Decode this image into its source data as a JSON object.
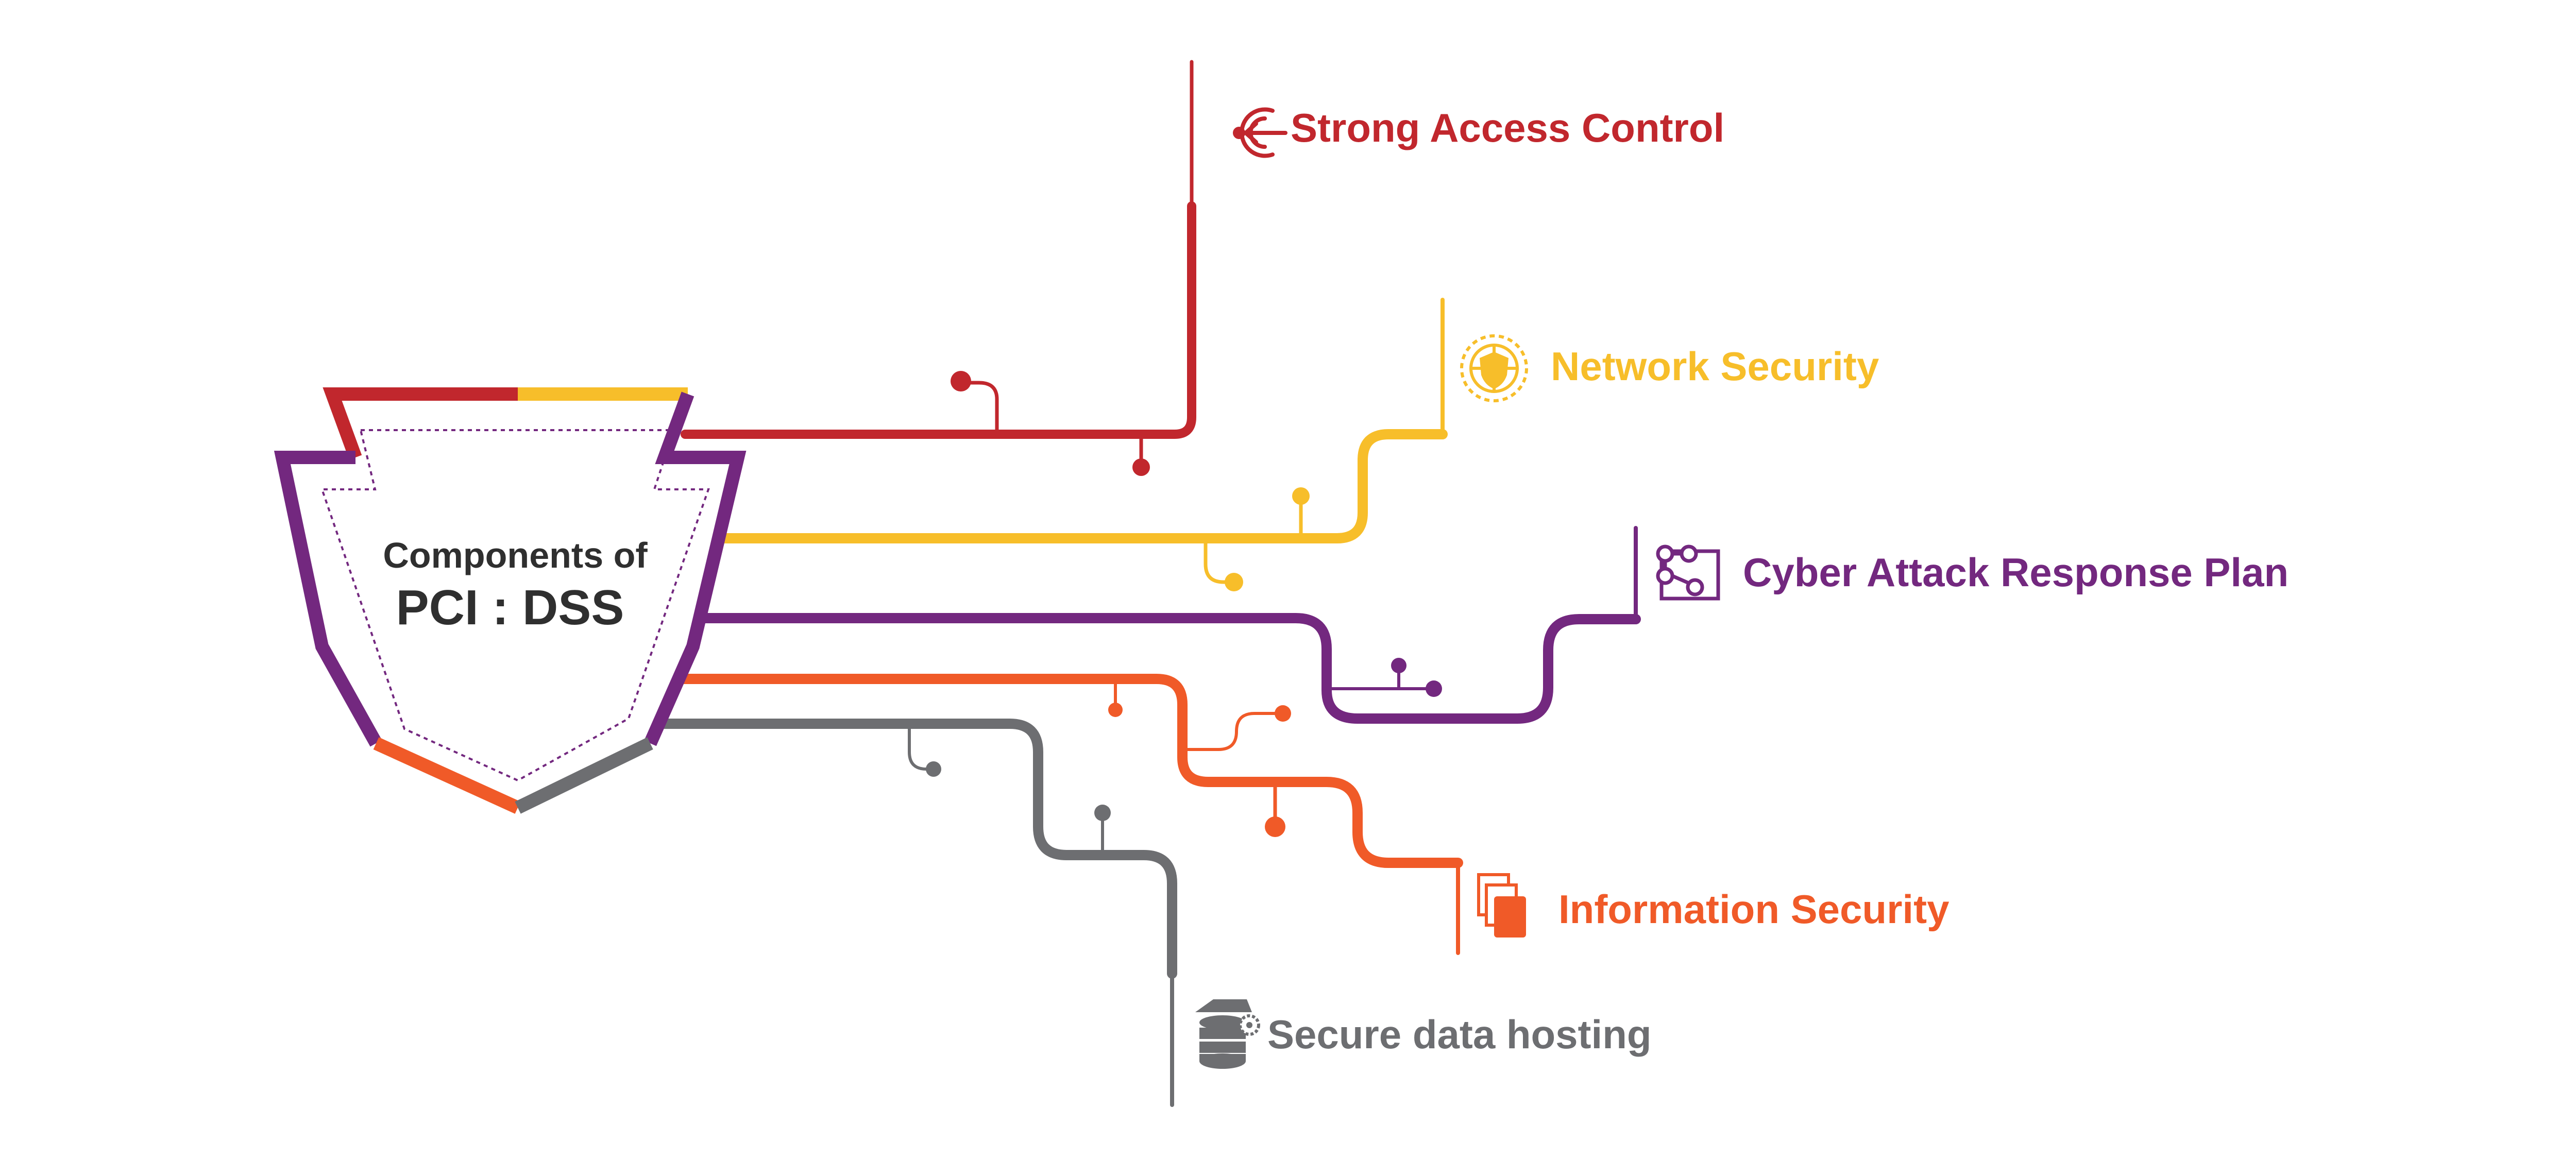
{
  "center": {
    "line1": "Components of",
    "line2": "PCI : DSS"
  },
  "components": [
    {
      "id": "strong-access-control",
      "label": "Strong Access Control",
      "icon": "access-control-icon",
      "color": "#C1272D"
    },
    {
      "id": "network-security",
      "label": "Network Security",
      "icon": "globe-shield-icon",
      "color": "#F7BE2A"
    },
    {
      "id": "cyber-attack-response-plan",
      "label": "Cyber Attack Response Plan",
      "icon": "network-nodes-icon",
      "color": "#73287F"
    },
    {
      "id": "information-security",
      "label": "Information Security",
      "icon": "stacked-documents-icon",
      "color": "#F05A28"
    },
    {
      "id": "secure-data-hosting",
      "label": "Secure data hosting",
      "icon": "database-gear-icon",
      "color": "#6D6E71"
    }
  ]
}
